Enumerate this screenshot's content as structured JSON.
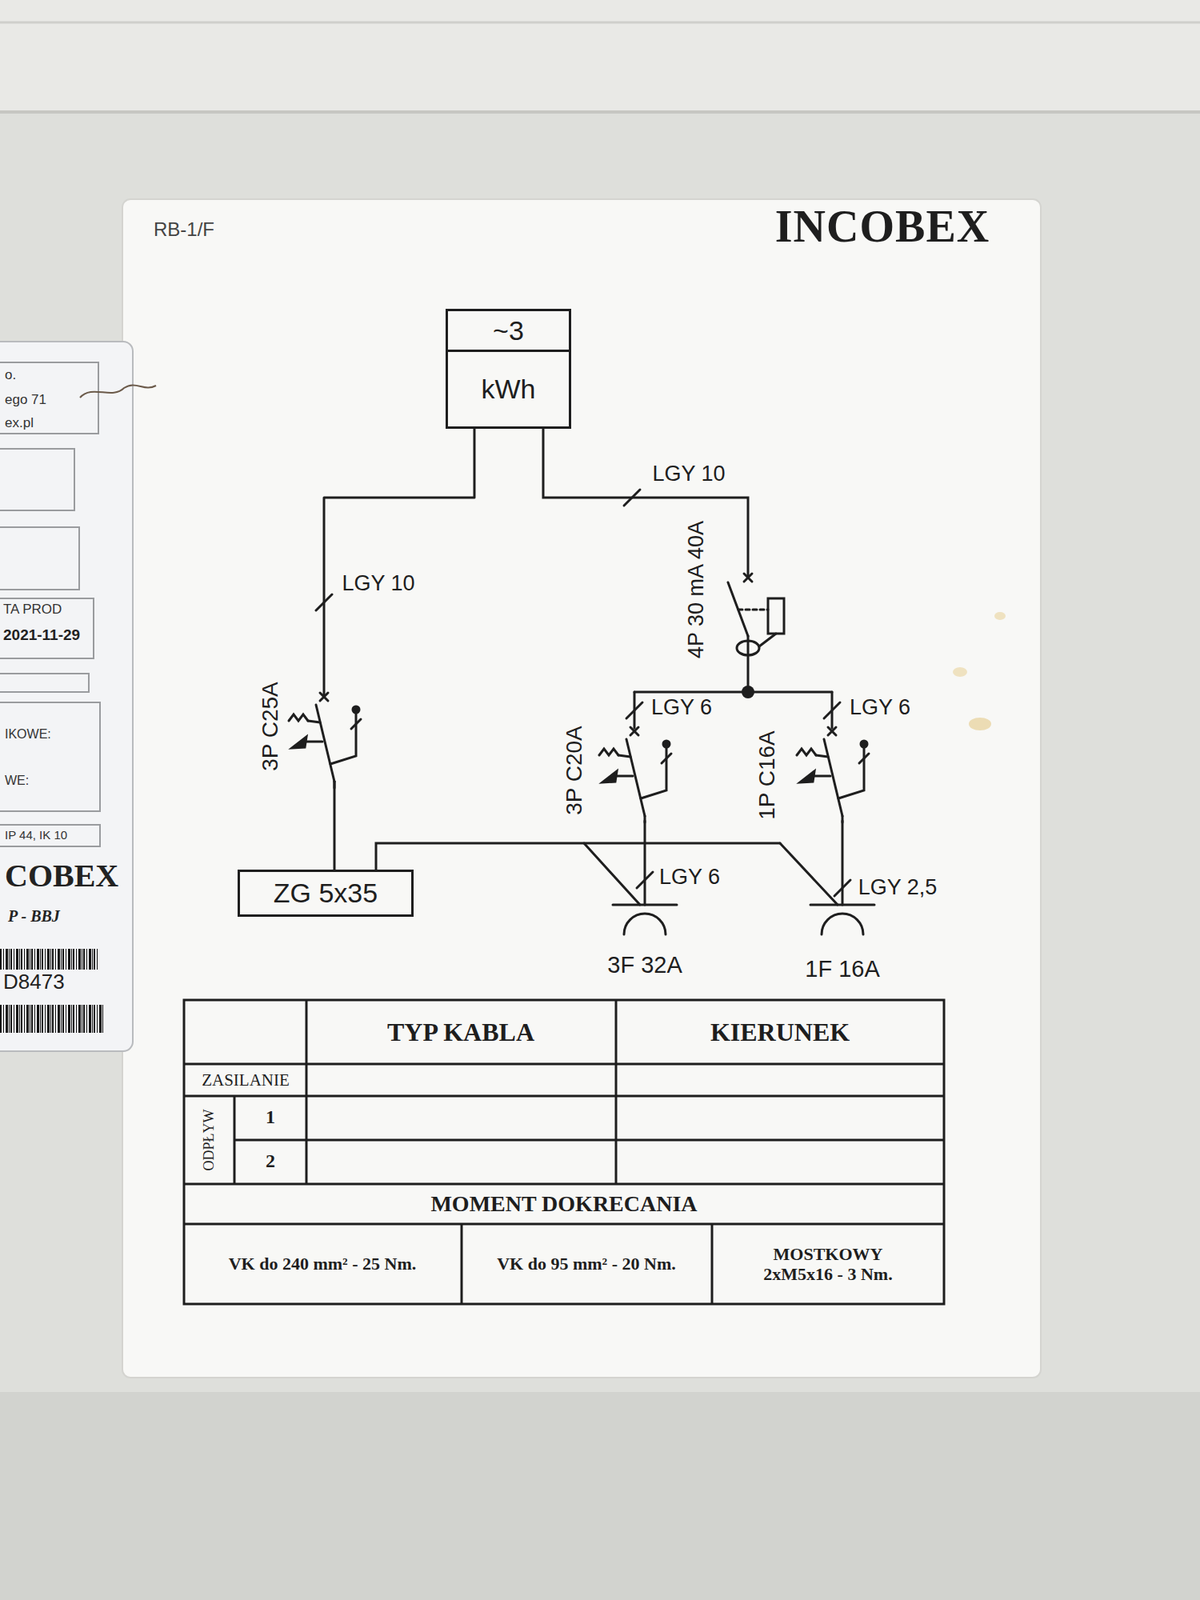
{
  "diagram": {
    "nodes": [
      {
        "text": [
          "~3",
          "kWh"
        ]
      },
      {
        "text": [
          "ZG 5x35"
        ]
      }
    ],
    "edges": [
      {
        "from": 0,
        "to": 1,
        "arrow": "none"
      }
    ],
    "labels": [
      "RB-1/F",
      "INCOBEX",
      "LGY 10",
      "LGY 10",
      "4P 30 mA 40A",
      "3P C25A",
      "LGY 6",
      "LGY 6",
      "3P C20A",
      "1P C16A",
      "LGY 6",
      "LGY 2,5",
      "3F 32A",
      "1F 16A",
      "TYP KABLA",
      "KIERUNEK",
      "ZASILANIE",
      "ODPŁYW",
      "1",
      "2",
      "MOMENT DOKRECANIA",
      "VK do 240 mm² - 25 Nm.",
      "VK do 95 mm² - 20 Nm.",
      "MOSTKOWY 2xM5x16 - 3 Nm.",
      "o.",
      "ego 71",
      "ex.pl",
      "TA PROD",
      "2021-11-29",
      "IKOWE:",
      "WE:",
      "IP 44, IK 10",
      "COBEX",
      "P - BBJ",
      "D8473"
    ]
  }
}
